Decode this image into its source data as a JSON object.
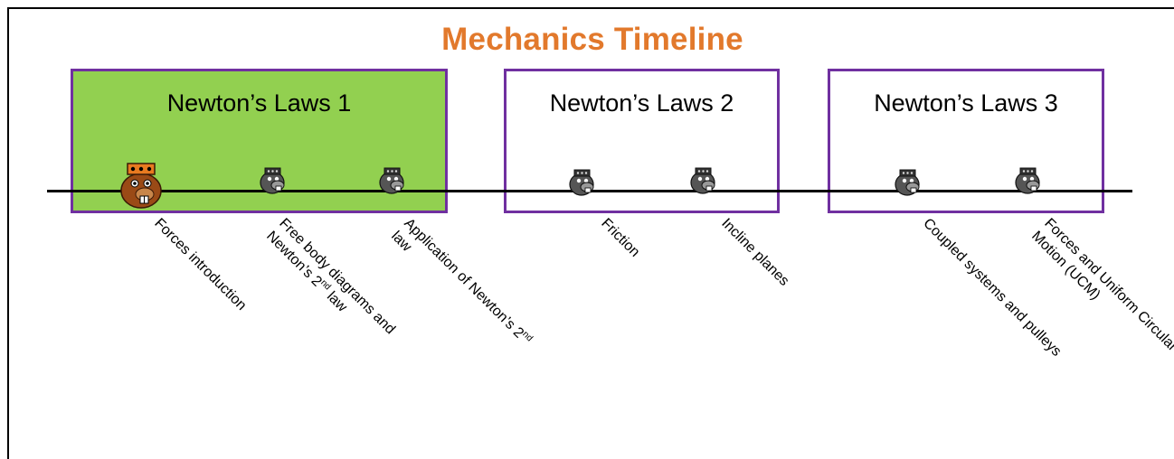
{
  "slide": {
    "title": "Mechanics Timeline"
  },
  "units": [
    {
      "label": "Newton’s Laws 1",
      "active": true
    },
    {
      "label": "Newton’s Laws 2",
      "active": false
    },
    {
      "label": "Newton’s Laws 3",
      "active": false
    }
  ],
  "milestones": [
    {
      "line1": "Forces introduction",
      "line2": "",
      "icon": "beaver-mascot-color-icon",
      "current": true
    },
    {
      "line1": "Free body diagrams and",
      "line2": "Newton’s 2",
      "line2_sup": "nd",
      "line2_after": " law",
      "icon": "beaver-mascot-gray-icon",
      "current": false
    },
    {
      "line1": "Application of Newton’s 2",
      "line1_sup": "nd",
      "line2": "law",
      "icon": "beaver-mascot-gray-icon",
      "current": false
    },
    {
      "line1": "Friction",
      "line2": "",
      "icon": "beaver-mascot-gray-icon",
      "current": false
    },
    {
      "line1": "Incline planes",
      "line2": "",
      "icon": "beaver-mascot-gray-icon",
      "current": false
    },
    {
      "line1": "Coupled systems and pulleys",
      "line2": "",
      "icon": "beaver-mascot-gray-icon",
      "current": false
    },
    {
      "line1": "Forces and Uniform Circular",
      "line2": "Motion (UCM)",
      "icon": "beaver-mascot-gray-icon",
      "current": false
    }
  ],
  "colors": {
    "title": "#e2792c",
    "box_border": "#7030a0",
    "active_fill": "#92d050",
    "mascot_color": "#9a4a16",
    "mascot_gray": "#555555"
  }
}
